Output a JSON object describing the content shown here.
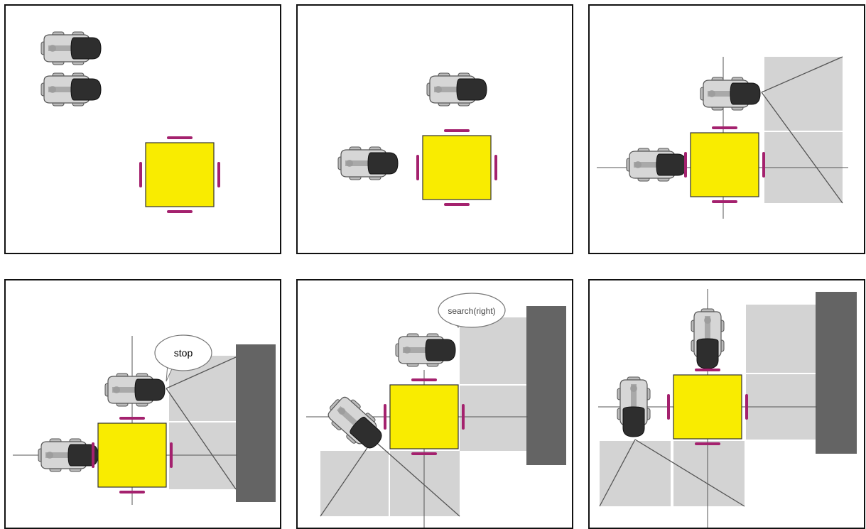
{
  "panels": [
    {
      "id": 1
    },
    {
      "id": 2
    },
    {
      "id": 3
    },
    {
      "id": 4,
      "bubble": "stop"
    },
    {
      "id": 5,
      "bubble": "search(right)"
    },
    {
      "id": 6
    }
  ],
  "colors": {
    "box": "#f9ec00",
    "marker": "#a4216e",
    "zone": "#d3d3d3",
    "wall": "#646464",
    "robot_body": "#d6d6d6",
    "robot_head": "#2e2e2e"
  }
}
